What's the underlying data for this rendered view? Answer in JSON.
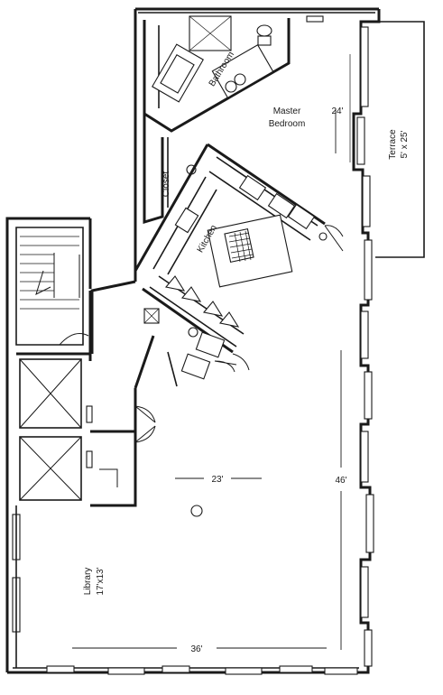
{
  "rooms": {
    "bathroom": "Bathroom",
    "master_bedroom_line1": "Master",
    "master_bedroom_line2": "Bedroom",
    "closet": "Closet",
    "kitchen": "Kitchen",
    "terrace_line1": "Terrace",
    "terrace_line2": "5' x 25'",
    "library_line1": "Library",
    "library_line2": "17'x13'"
  },
  "dimensions": {
    "bedroom_width": "24'",
    "main_width": "23'",
    "main_length": "46'",
    "library_width": "36'"
  }
}
